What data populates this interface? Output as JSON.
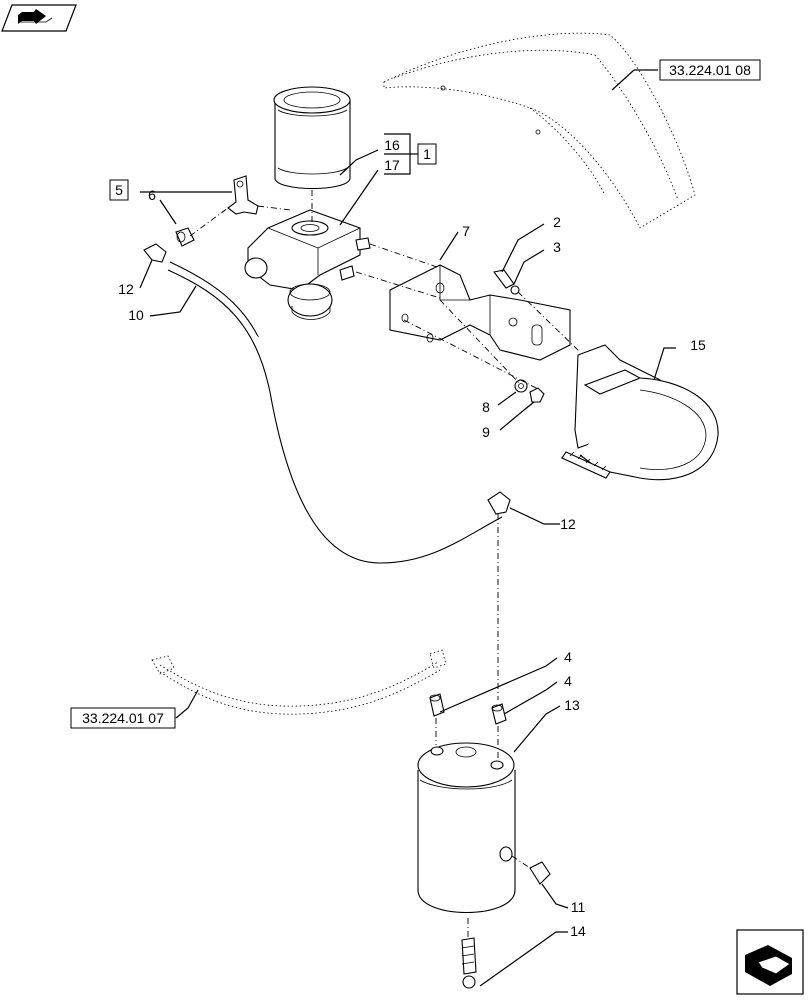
{
  "refs": {
    "top_right": "33.224.01 08",
    "left": "33.224.01 07"
  },
  "callouts": {
    "c1": "1",
    "c2": "2",
    "c3": "3",
    "c4a": "4",
    "c4b": "4",
    "c5": "5",
    "c6": "6",
    "c7": "7",
    "c8": "8",
    "c9": "9",
    "c10": "10",
    "c11": "11",
    "c12a": "12",
    "c12b": "12",
    "c13": "13",
    "c14": "14",
    "c15": "15",
    "c16": "16",
    "c17": "17"
  },
  "icons": {
    "top_left": "book-arrow-icon",
    "bottom_right": "next-page-arrow-icon"
  }
}
